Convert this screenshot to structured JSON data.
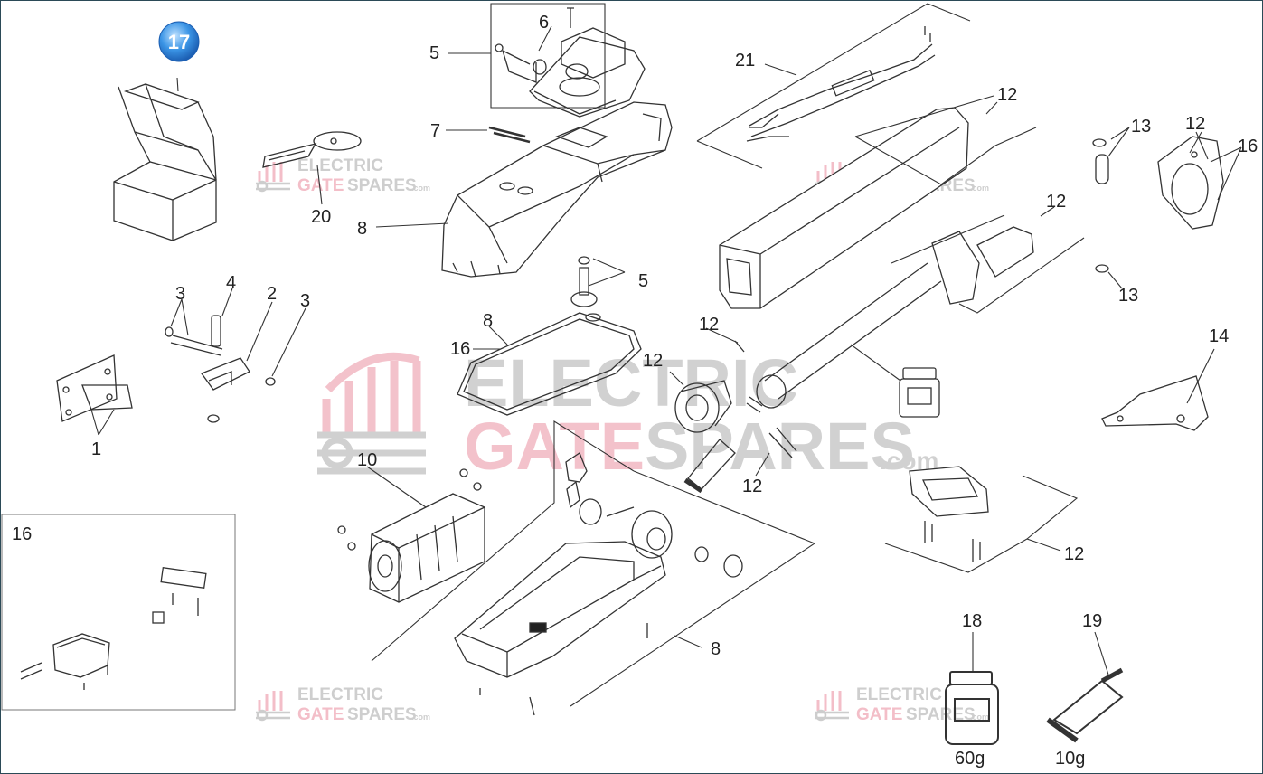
{
  "diagram": {
    "kit_box": {
      "callout": "17"
    },
    "part_labels": [
      "1",
      "2",
      "3",
      "3",
      "4",
      "5",
      "5",
      "6",
      "7",
      "8",
      "8",
      "8",
      "10",
      "12",
      "12",
      "12",
      "12",
      "12",
      "12",
      "12",
      "13",
      "13",
      "14",
      "16",
      "16",
      "16",
      "18",
      "19",
      "20",
      "21"
    ],
    "inset_label": "16",
    "quantities": {
      "jar": "60g",
      "tube": "10g"
    }
  },
  "watermark": {
    "line1": "ELECTRIC",
    "line2_a": "GATE",
    "line2_b": "SPARES",
    "suffix": ".com"
  },
  "colors": {
    "line": "#333333",
    "callout_blue": "#2f8be0",
    "watermark_grey": "#bdbdbd",
    "watermark_pink": "#f2b8c3"
  }
}
